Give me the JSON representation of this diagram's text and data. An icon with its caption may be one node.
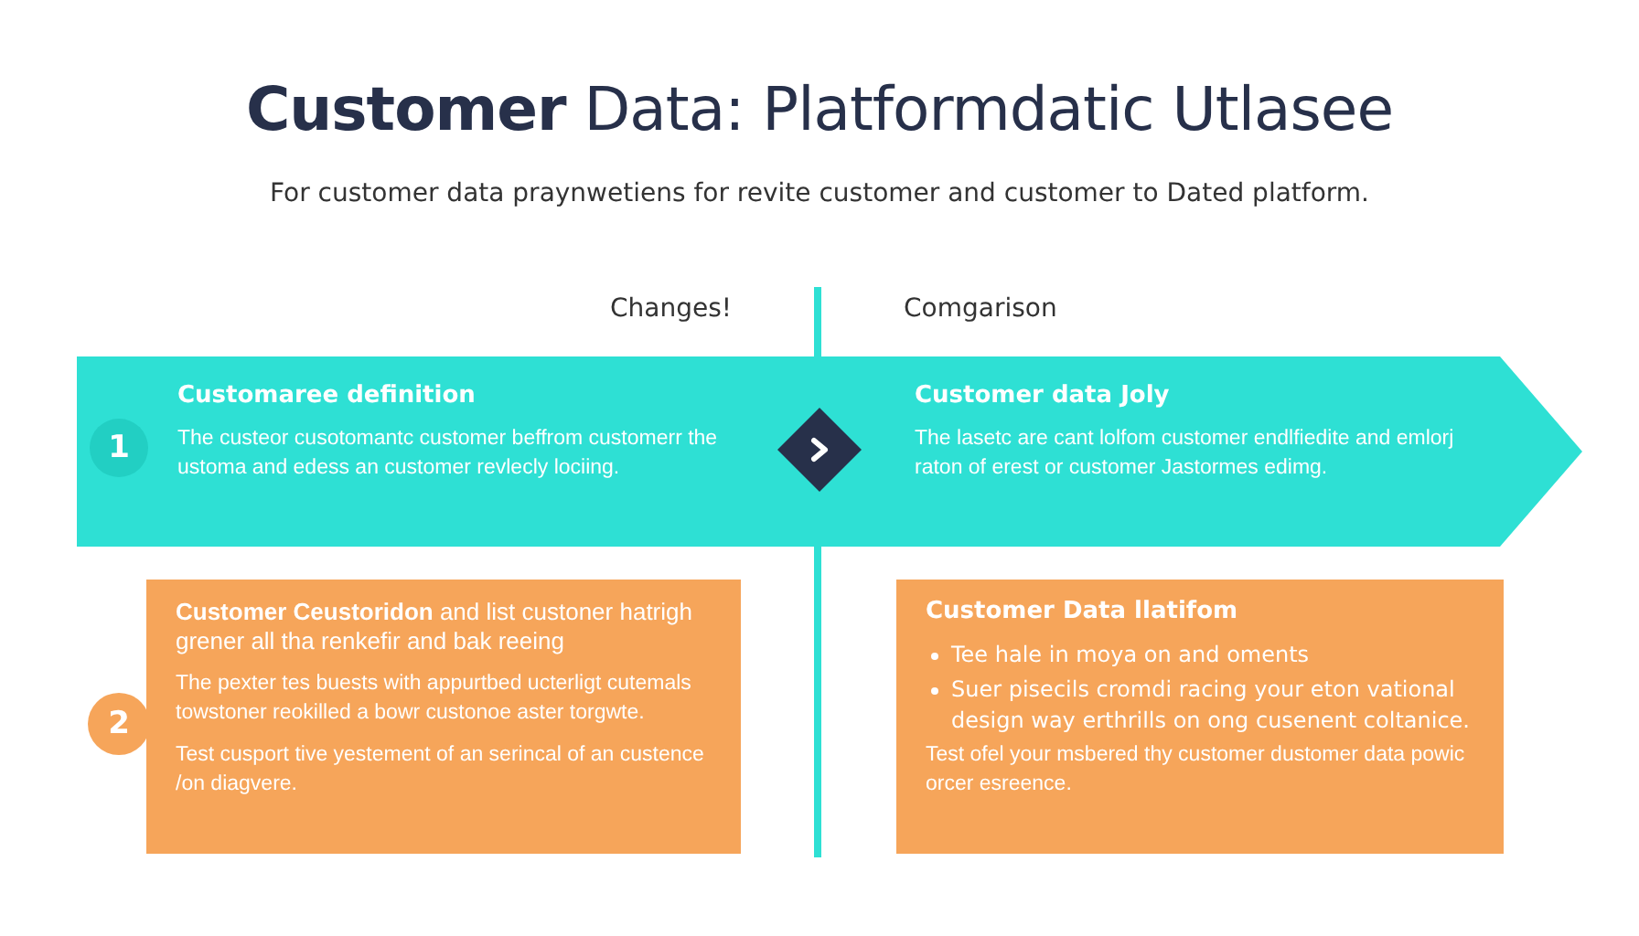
{
  "diagram": {
    "title": "**Customer** Data: Platformdatic Utlasee",
    "nodes": [
      {
        "text": [],
        "shape": "arrow"
      },
      {
        "text": [
          "1"
        ],
        "in": 0
      },
      {
        "text": [
          "Customaree definition",
          "The custeor cusotomantc customer beffrom customerr the ustoma and edess an customer revlecly lociing."
        ],
        "in": 0
      },
      {
        "text": [],
        "shape": "diamond",
        "in": 0
      },
      {
        "text": [
          "Customer data Joly",
          "The lasetc are cant lolfom customer endlfiedite and emlorj raton of erest or customer Jastormes edimg."
        ],
        "in": 0
      },
      {
        "text": [
          "2"
        ]
      },
      {
        "text": [
          "**Customer Ceustoridon** and list custoner hatrigh grener all tha renkefir and bak reeing",
          "The pexter tes buests with appurtbed ucterligt cutemals towstoner reokilled a bowr custonoe aster torgwte.",
          "Test cusport tive yestement of an serincal of an custence /on diagvere."
        ]
      },
      {
        "text": [
          "Customer Data llatifom",
          "Tee hale in moya on and oments",
          "Suer pisecils cromdi racing your eton vational design way erthrills on ong cusenent coltanice.",
          "Test ofel your msbered thy customer dustomer data powic orcer esreence."
        ]
      }
    ],
    "labels": [
      "For customer data praynwetiens for revite customer and customer to Dated platform.",
      "Changes!",
      "Comgarison"
    ]
  }
}
